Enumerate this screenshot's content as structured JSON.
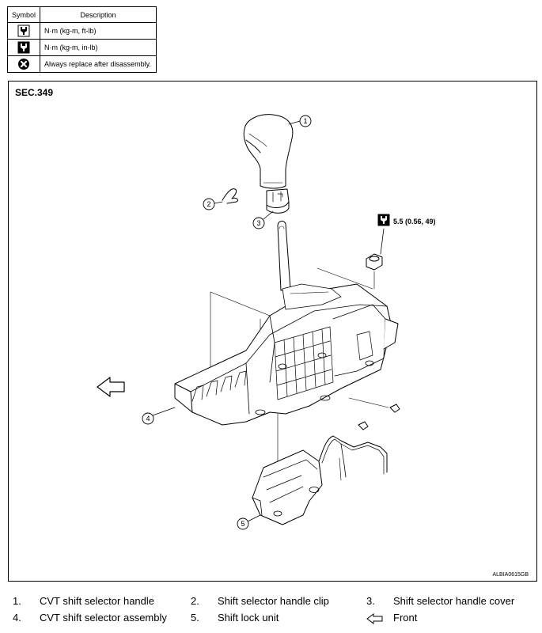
{
  "legend": {
    "header_symbol": "Symbol",
    "header_description": "Description",
    "rows": [
      {
        "icon": "torque-wrench-ft-lb-icon",
        "description": "N·m (kg-m, ft-lb)"
      },
      {
        "icon": "torque-wrench-in-lb-icon",
        "description": "N·m (kg-m, in-lb)"
      },
      {
        "icon": "always-replace-icon",
        "description": "Always replace after disassembly."
      }
    ]
  },
  "figure": {
    "section": "SEC.349",
    "figure_id": "ALBIA0615GB",
    "callouts": [
      "1",
      "2",
      "3",
      "4",
      "5"
    ],
    "torque_spec": "5.5 (0.56, 49)"
  },
  "parts": [
    {
      "number": "1.",
      "name": "CVT shift selector handle"
    },
    {
      "number": "2.",
      "name": "Shift selector handle clip"
    },
    {
      "number": "3.",
      "name": "Shift selector handle cover"
    },
    {
      "number": "4.",
      "name": "CVT shift selector assembly"
    },
    {
      "number": "5.",
      "name": "Shift lock unit"
    },
    {
      "icon": "front-arrow-icon",
      "name": "Front"
    }
  ]
}
